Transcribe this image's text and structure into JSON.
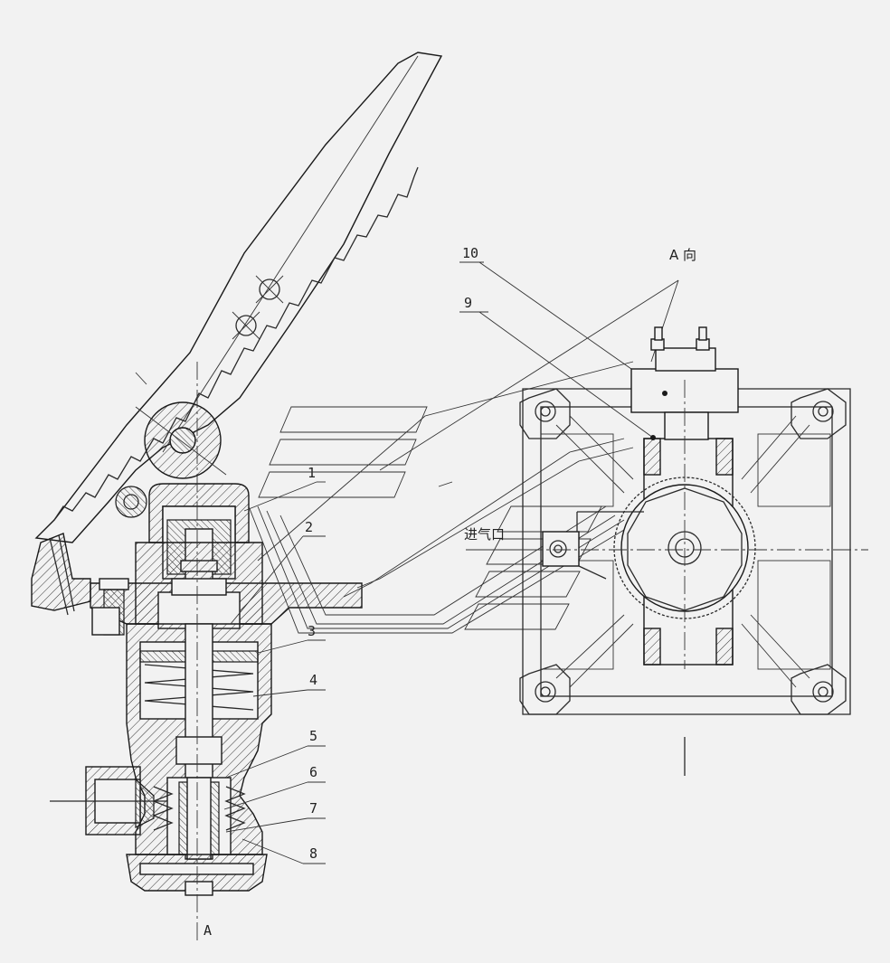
{
  "labels": {
    "p1": "1",
    "p2": "2",
    "p3": "3",
    "p4": "4",
    "p5": "5",
    "p6": "6",
    "p7": "7",
    "p8": "8",
    "p9": "9",
    "p10": "10"
  },
  "view_title": "A 向",
  "section_mark": "A",
  "inlet_label": "进气口"
}
